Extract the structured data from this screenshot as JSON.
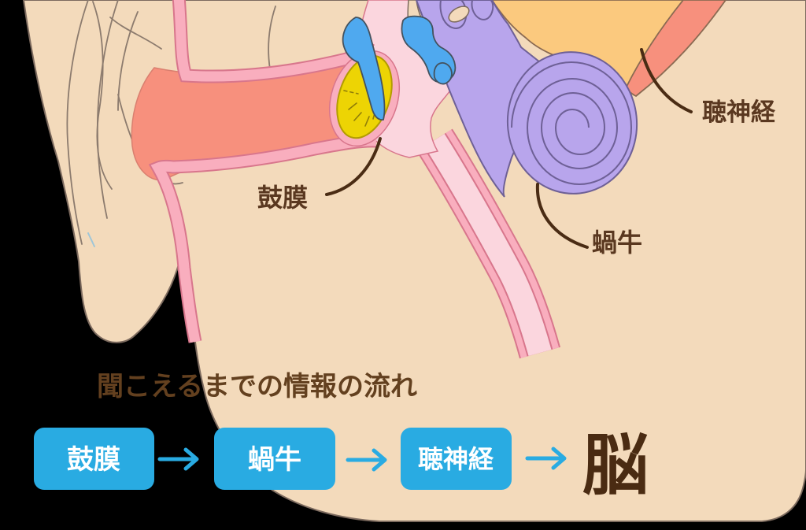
{
  "title": "聞こえるまでの情報の流れ",
  "anatomy_labels": {
    "eardrum": "鼓膜",
    "cochlea": "蝸牛",
    "auditory_nerve": "聴神経"
  },
  "flow": {
    "steps": [
      {
        "label": "鼓膜"
      },
      {
        "label": "蝸牛"
      },
      {
        "label": "聴神経"
      }
    ],
    "result": "脳"
  },
  "colors": {
    "background": "#000000",
    "skin": "#F3DABB",
    "salmon": "#F7907D",
    "wall_pink": "#F9AEBE",
    "cavity_pink": "#FBD6DE",
    "eardrum_yellow": "#EDD404",
    "ossicle_blue": "#4FA9EF",
    "inner_ear_purple": "#B8A5EC",
    "nerve_root_orange": "#FBC97E",
    "text_brown": "#5A3820",
    "brain_text_brown": "#4A2B12",
    "flow_blue": "#29ABE2",
    "white": "#FFFFFF"
  }
}
